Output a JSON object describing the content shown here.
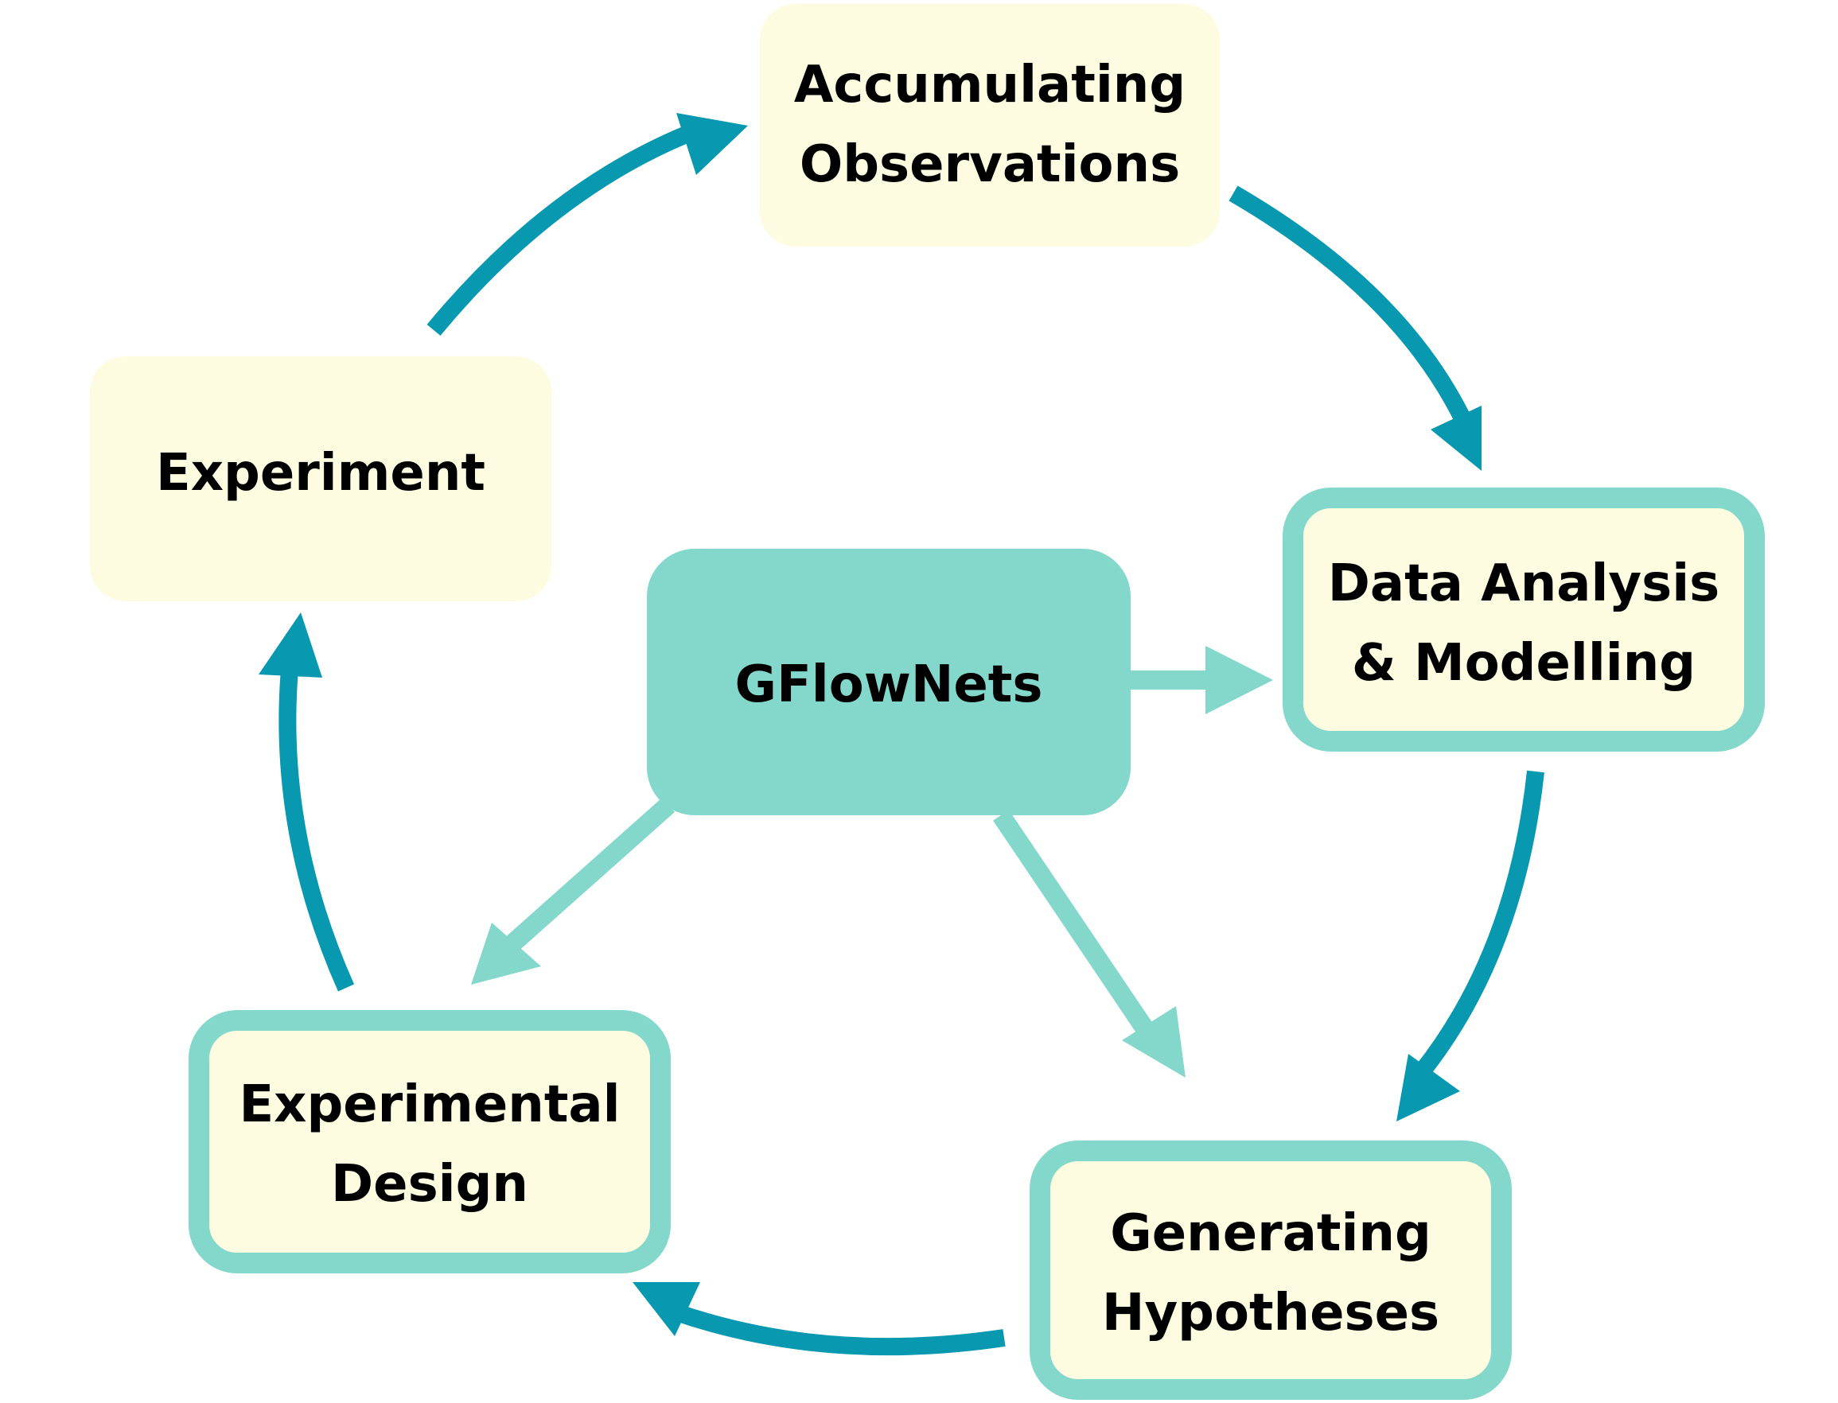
{
  "colors": {
    "cycle_arrow": "#0899b0",
    "gflownet_arrow": "#83d8cb",
    "node_fill": "#fdfce0",
    "node_border": "#83d8cb",
    "center_fill": "#83d8cb",
    "text": "#000000"
  },
  "nodes": {
    "accumulating": {
      "line1": "Accumulating",
      "line2": "Observations"
    },
    "analysis": {
      "line1": "Data Analysis",
      "line2": "& Modelling"
    },
    "hypotheses": {
      "line1": "Generating",
      "line2": "Hypotheses"
    },
    "design": {
      "line1": "Experimental",
      "line2": "Design"
    },
    "experiment": {
      "line1": "Experiment"
    },
    "gflownets": {
      "line1": "GFlowNets"
    }
  }
}
